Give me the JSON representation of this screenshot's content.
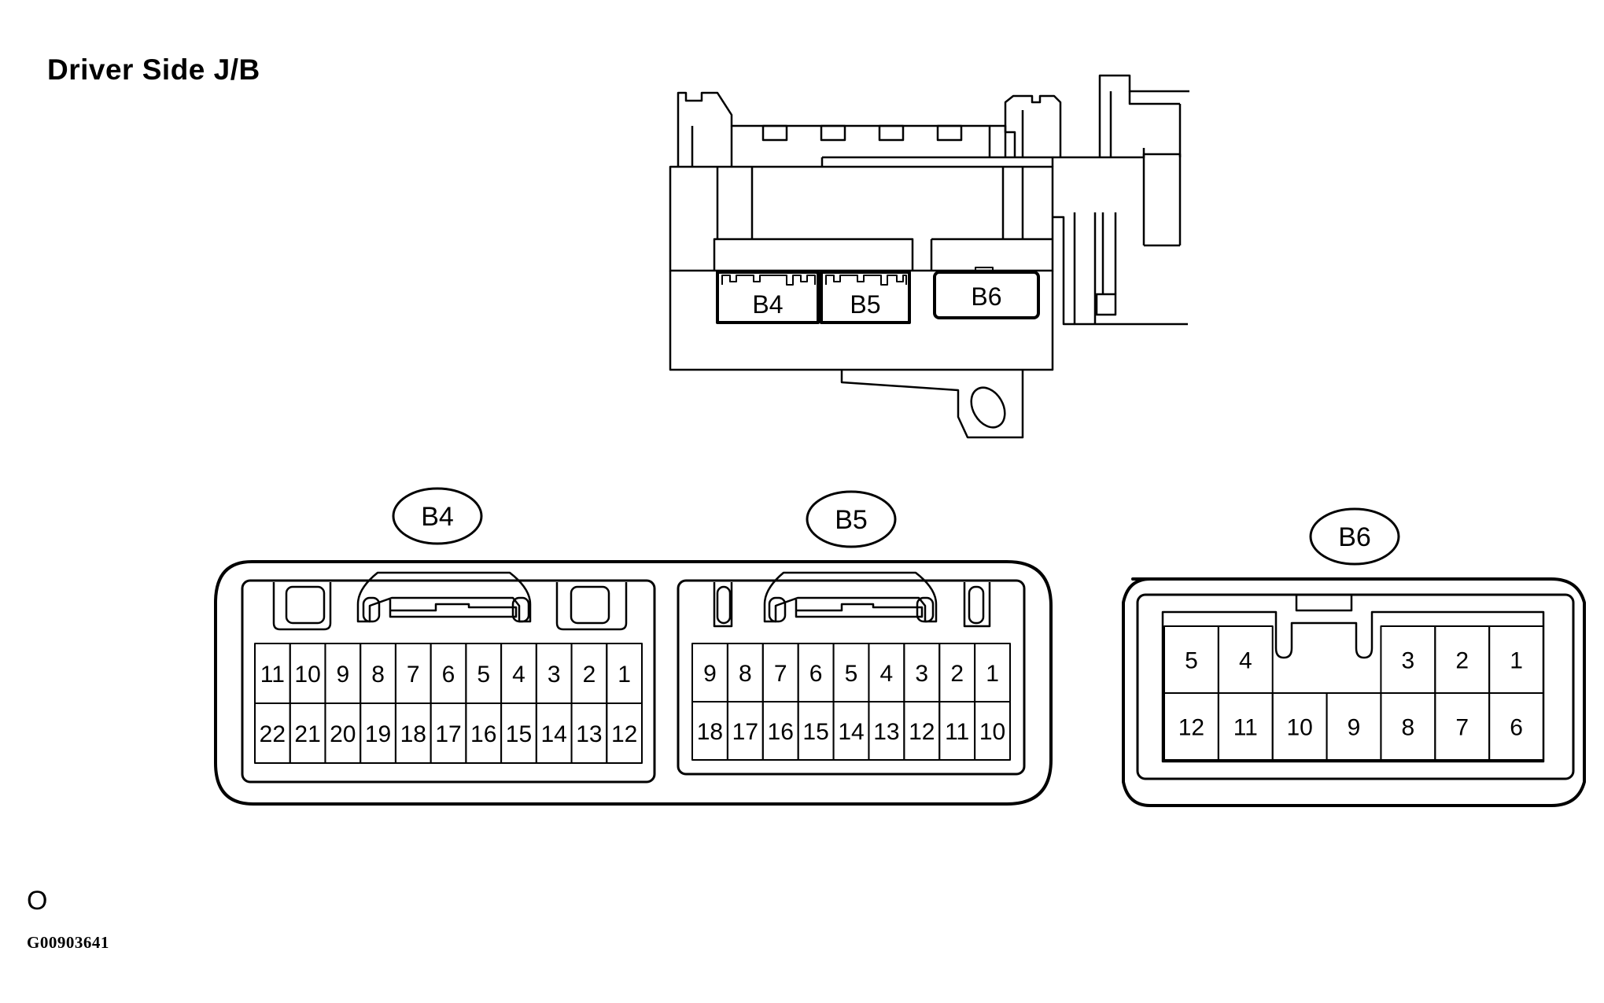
{
  "title": "Driver Side J/B",
  "figure_mark": "O",
  "figure_id": "G00903641",
  "junction_box_labels": [
    "B4",
    "B5",
    "B6"
  ],
  "connectors": [
    {
      "label": "B4",
      "rows": [
        [
          "11",
          "10",
          "9",
          "8",
          "7",
          "6",
          "5",
          "4",
          "3",
          "2",
          "1"
        ],
        [
          "22",
          "21",
          "20",
          "19",
          "18",
          "17",
          "16",
          "15",
          "14",
          "13",
          "12"
        ]
      ]
    },
    {
      "label": "B5",
      "rows": [
        [
          "9",
          "8",
          "7",
          "6",
          "5",
          "4",
          "3",
          "2",
          "1"
        ],
        [
          "18",
          "17",
          "16",
          "15",
          "14",
          "13",
          "12",
          "11",
          "10"
        ]
      ]
    },
    {
      "label": "B6",
      "rows": [
        [
          "5",
          "4",
          "",
          "",
          "3",
          "2",
          "1"
        ],
        [
          "12",
          "11",
          "10",
          "9",
          "8",
          "7",
          "6"
        ]
      ]
    }
  ]
}
